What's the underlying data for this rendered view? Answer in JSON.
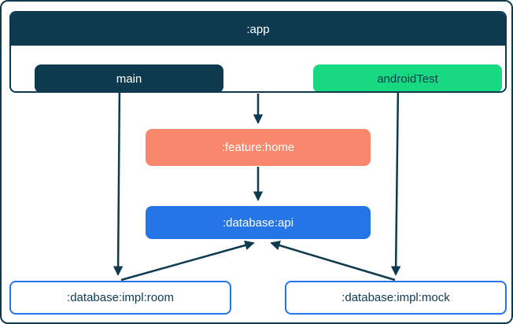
{
  "diagram": {
    "app_container": {
      "title": ":app",
      "source_sets": [
        {
          "label": "main",
          "style": "navy-filled"
        },
        {
          "label": "androidTest",
          "style": "green-filled"
        }
      ]
    },
    "nodes": [
      {
        "id": "feature-home",
        "label": ":feature:home",
        "style": "coral-filled"
      },
      {
        "id": "database-api",
        "label": ":database:api",
        "style": "blue-filled"
      },
      {
        "id": "database-impl-room",
        "label": ":database:impl:room",
        "style": "blue-outline"
      },
      {
        "id": "database-impl-mock",
        "label": ":database:impl:mock",
        "style": "blue-outline"
      }
    ],
    "edges": [
      {
        "from": "main",
        "to": ":database:impl:room"
      },
      {
        "from": ":app",
        "to": ":feature:home"
      },
      {
        "from": "androidTest",
        "to": ":database:impl:mock"
      },
      {
        "from": ":feature:home",
        "to": ":database:api"
      },
      {
        "from": ":database:impl:room",
        "to": ":database:api"
      },
      {
        "from": ":database:impl:mock",
        "to": ":database:api"
      }
    ]
  },
  "colors": {
    "navy": "#0d3a4f",
    "green": "#17d981",
    "coral": "#f8876b",
    "blue": "#2575e6",
    "white": "#ffffff"
  }
}
